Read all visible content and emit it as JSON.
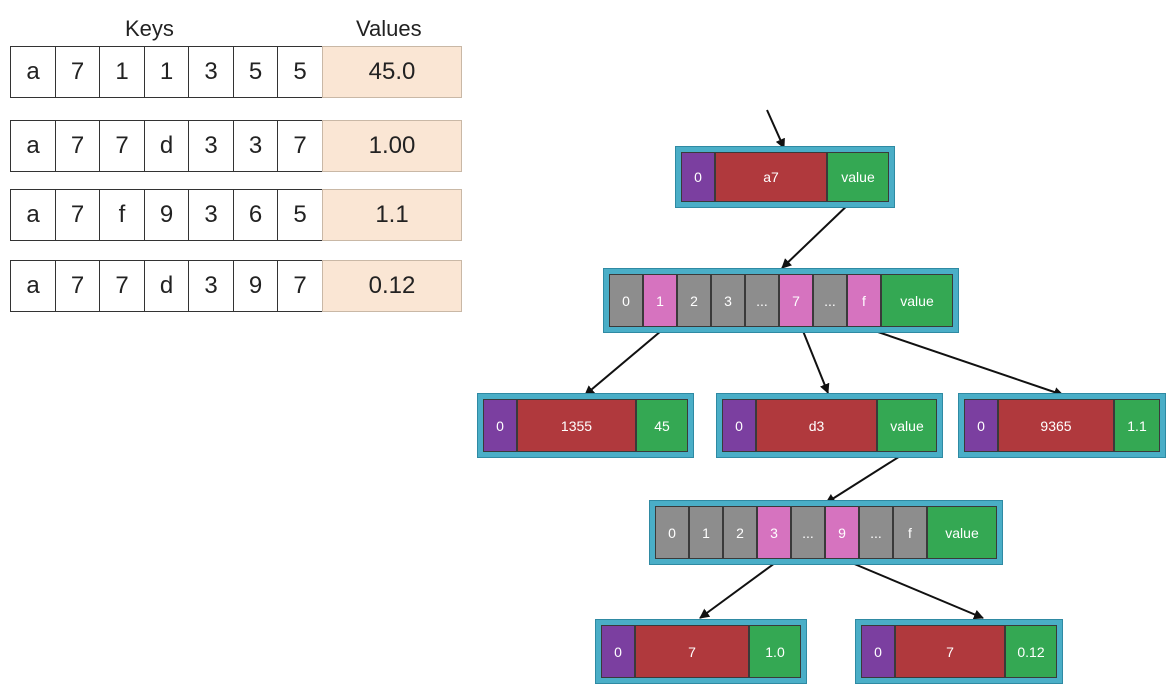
{
  "table": {
    "keys_header": "Keys",
    "values_header": "Values",
    "rows": [
      {
        "keys": [
          "a",
          "7",
          "1",
          "1",
          "3",
          "5",
          "5"
        ],
        "value": "45.0"
      },
      {
        "keys": [
          "a",
          "7",
          "7",
          "d",
          "3",
          "3",
          "7"
        ],
        "value": "1.00"
      },
      {
        "keys": [
          "a",
          "7",
          "f",
          "9",
          "3",
          "6",
          "5"
        ],
        "value": "1.1"
      },
      {
        "keys": [
          "a",
          "7",
          "7",
          "d",
          "3",
          "9",
          "7"
        ],
        "value": "0.12"
      }
    ]
  },
  "tree": {
    "root": {
      "flag": "0",
      "key": "a7",
      "value": "value"
    },
    "branch1": {
      "cells": [
        "0",
        "1",
        "2",
        "3",
        "...",
        "7",
        "...",
        "f"
      ],
      "highlighted": [
        "1",
        "7",
        "f"
      ],
      "value": "value"
    },
    "leaf_1355": {
      "flag": "0",
      "key": "1355",
      "value": "45"
    },
    "ext_d3": {
      "flag": "0",
      "key": "d3",
      "value": "value"
    },
    "leaf_9365": {
      "flag": "0",
      "key": "9365",
      "value": "1.1"
    },
    "branch2": {
      "cells": [
        "0",
        "1",
        "2",
        "3",
        "...",
        "9",
        "...",
        "f"
      ],
      "highlighted": [
        "3",
        "9"
      ],
      "value": "value"
    },
    "leaf_7a": {
      "flag": "0",
      "key": "7",
      "value": "1.0"
    },
    "leaf_7b": {
      "flag": "0",
      "key": "7",
      "value": "0.12"
    }
  },
  "colors": {
    "flag": "#7b3fa0",
    "key": "#b0393d",
    "value": "#34a853",
    "nibble": "#8d8d8d",
    "nibble_active": "#d673bf",
    "node_border": "#4aaec7",
    "table_value_bg": "#fae6d4"
  }
}
